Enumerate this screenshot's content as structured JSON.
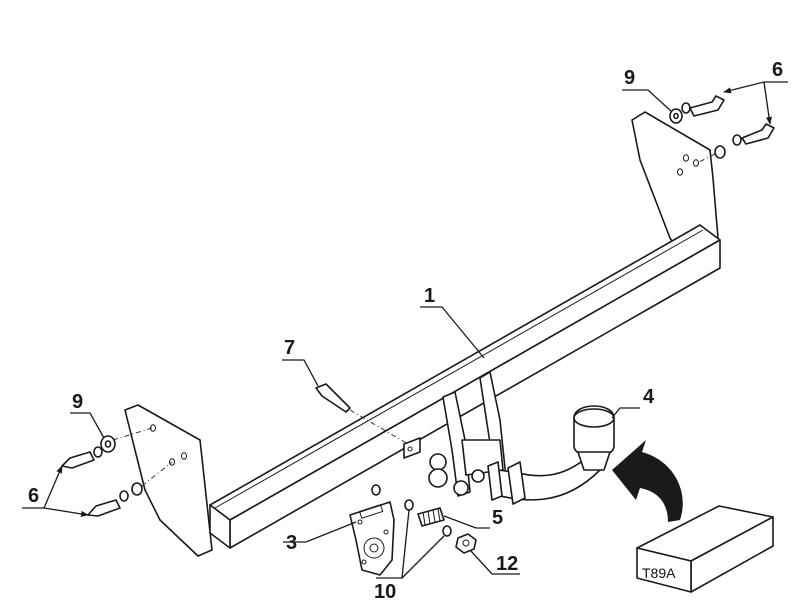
{
  "labels": {
    "part_1": "1",
    "part_3": "3",
    "part_4": "4",
    "part_5": "5",
    "part_6_left": "6",
    "part_6_right": "6",
    "part_7": "7",
    "part_9_left": "9",
    "part_9_right": "9",
    "part_10": "10",
    "part_12": "12"
  },
  "box_label": "T89A",
  "colors": {
    "line": "#1a1a1a",
    "background": "#ffffff"
  }
}
